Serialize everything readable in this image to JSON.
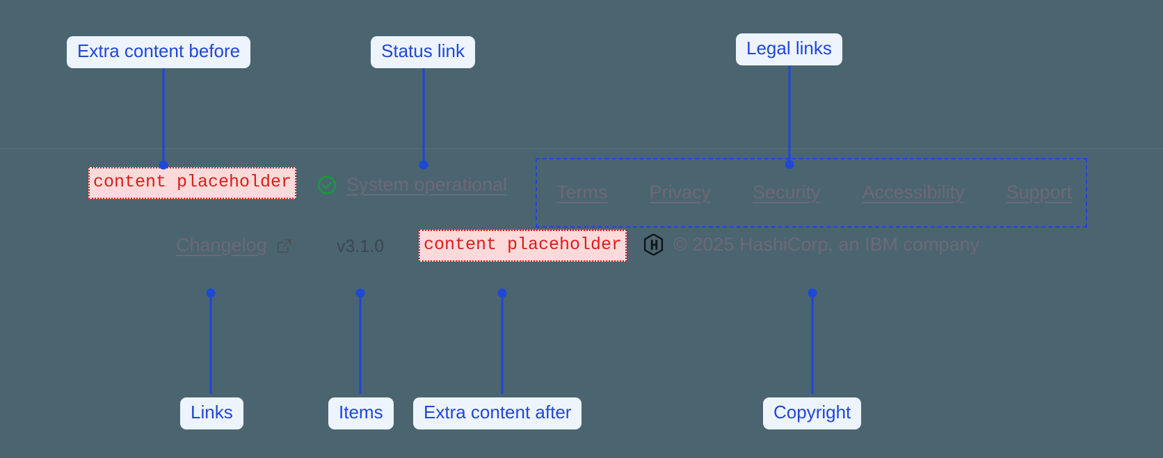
{
  "theme": {
    "page_background": "#4a6570",
    "callout_background": "#eef4fe",
    "callout_text": "#1f47d8",
    "connector": "#1f47d8",
    "placeholder_border": "#e01b1b",
    "placeholder_background": "#fcdada",
    "placeholder_text": "#e01b1b",
    "link_text": "#6e6878",
    "version_text": "#3b4651",
    "status_icon": "#179c3c",
    "divider": "#5c717c"
  },
  "callouts": [
    {
      "id": "extra-content-before",
      "label": "Extra content before"
    },
    {
      "id": "status-link",
      "label": "Status link"
    },
    {
      "id": "legal-links",
      "label": "Legal links"
    },
    {
      "id": "links",
      "label": "Links"
    },
    {
      "id": "items",
      "label": "Items"
    },
    {
      "id": "extra-content-after",
      "label": "Extra content after"
    },
    {
      "id": "copyright",
      "label": "Copyright"
    }
  ],
  "footer": {
    "slot_before": {
      "text": "content placeholder"
    },
    "slot_after": {
      "text": "content placeholder"
    },
    "status": {
      "icon": "check-circle-icon",
      "label": "System operational"
    },
    "legal_links": [
      {
        "label": "Terms"
      },
      {
        "label": "Privacy"
      },
      {
        "label": "Security"
      },
      {
        "label": "Accessibility"
      },
      {
        "label": "Support"
      }
    ],
    "changelog": {
      "label": "Changelog",
      "icon": "external-link-icon"
    },
    "version": {
      "label": "v3.1.0"
    },
    "copyright": {
      "logo": "hashicorp-logo",
      "text": "© 2025 HashiCorp, an IBM company"
    }
  }
}
